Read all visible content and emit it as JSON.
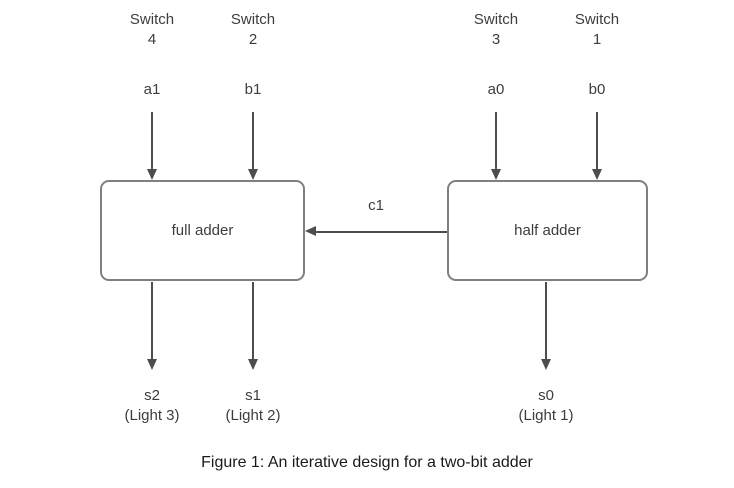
{
  "diagram": {
    "title": "two-bit adder iterative design",
    "inputs": [
      {
        "switch_label": "Switch\n4",
        "signal": "a1"
      },
      {
        "switch_label": "Switch\n2",
        "signal": "b1"
      },
      {
        "switch_label": "Switch\n3",
        "signal": "a0"
      },
      {
        "switch_label": "Switch\n1",
        "signal": "b0"
      }
    ],
    "blocks": [
      {
        "label": "full adder"
      },
      {
        "label": "half adder"
      }
    ],
    "carry": {
      "label": "c1"
    },
    "outputs": [
      {
        "signal": "s2",
        "light": "(Light 3)"
      },
      {
        "signal": "s1",
        "light": "(Light 2)"
      },
      {
        "signal": "s0",
        "light": "(Light 1)"
      }
    ],
    "caption": "Figure 1: An iterative design for a two-bit adder",
    "colors": {
      "line": "#4d4d4d",
      "box_border": "#808080",
      "text": "#3d3d3d",
      "caption_text": "#1a1a1a"
    }
  }
}
